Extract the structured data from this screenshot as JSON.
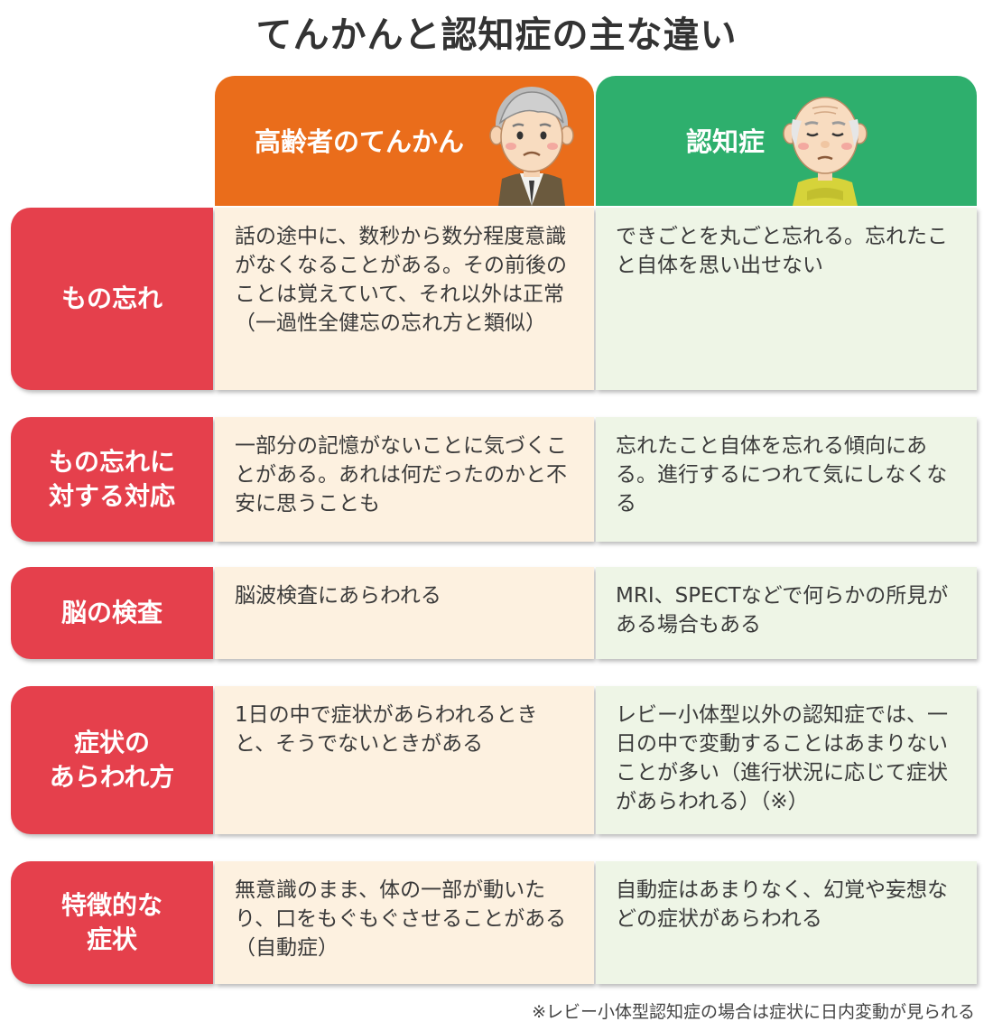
{
  "title": "てんかんと認知症の主な違い",
  "columns": {
    "epilepsy": "高齢者のてんかん",
    "dementia": "認知症"
  },
  "colors": {
    "epilepsy_header": "#ea6d1b",
    "dementia_header": "#2eaf6d",
    "row_label": "#e5404c",
    "epilepsy_cell": "#fdf1e0",
    "dementia_cell": "#eef5e6"
  },
  "rows": [
    {
      "label": "もの忘れ",
      "epilepsy": "話の途中に、数秒から数分程度意識がなくなることがある。その前後のことは覚えていて、それ以外は正常（一過性全健忘の忘れ方と類似）",
      "dementia": "できごとを丸ごと忘れる。忘れたこと自体を思い出せない"
    },
    {
      "label": "もの忘れに\n対する対応",
      "epilepsy": "一部分の記憶がないことに気づくことがある。あれは何だったのかと不安に思うことも",
      "dementia": "忘れたこと自体を忘れる傾向にある。進行するにつれて気にしなくなる"
    },
    {
      "label": "脳の検査",
      "epilepsy": "脳波検査にあらわれる",
      "dementia": "MRI、SPECTなどで何らかの所見がある場合もある"
    },
    {
      "label": "症状の\nあらわれ方",
      "epilepsy": "1日の中で症状があらわれるときと、そうでないときがある",
      "dementia": "レビー小体型以外の認知症では、一日の中で変動することはあまりないことが多い（進行状況に応じて症状があらわれる）（※）"
    },
    {
      "label": "特徴的な\n症状",
      "epilepsy": "無意識のまま、体の一部が動いたり、口をもぐもぐさせることがある（自動症）",
      "dementia": "自動症はあまりなく、幻覚や妄想などの症状があらわれる"
    }
  ],
  "footnote": "※レビー小体型認知症の場合は症状に日内変動が見られる",
  "icons": {
    "epilepsy": "elderly-man-worried-icon",
    "dementia": "elderly-man-eyes-closed-icon"
  }
}
